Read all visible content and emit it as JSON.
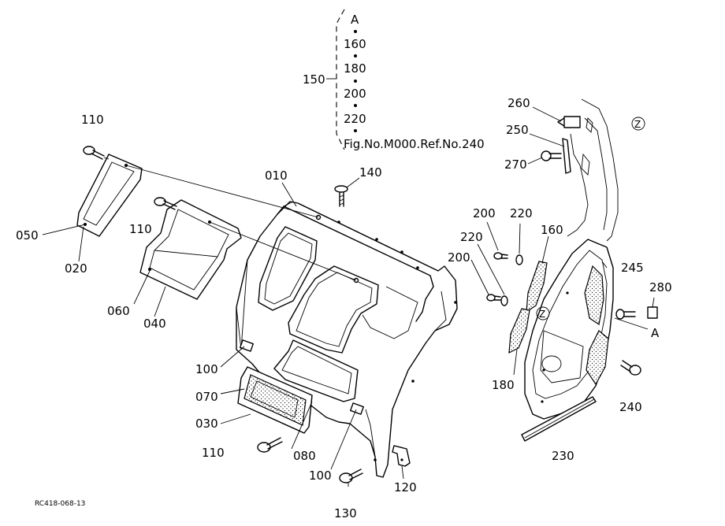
{
  "callouts": {
    "c010": "010",
    "c140": "140",
    "c110a": "110",
    "c110b": "110",
    "c110c": "110",
    "c050": "050",
    "c020": "020",
    "c060": "060",
    "c040": "040",
    "c100a": "100",
    "c100b": "100",
    "c070": "070",
    "c030": "030",
    "c080": "080",
    "c130": "130",
    "c120": "120",
    "c150": "150",
    "c260": "260",
    "c250": "250",
    "c270": "270",
    "c200a": "200",
    "c200b": "200",
    "c220a": "220",
    "c220b": "220",
    "c160": "160",
    "c245": "245",
    "c280": "280",
    "c180": "180",
    "c240": "240",
    "c230": "230",
    "refA": "A"
  },
  "kit_list": {
    "items": [
      "A",
      "160",
      "180",
      "200",
      "220",
      "Fig.No.M000.Ref.No.240"
    ]
  },
  "zone_marks": {
    "z1": "Z",
    "z2": "Z"
  },
  "figure_code": "RC418-068-13"
}
